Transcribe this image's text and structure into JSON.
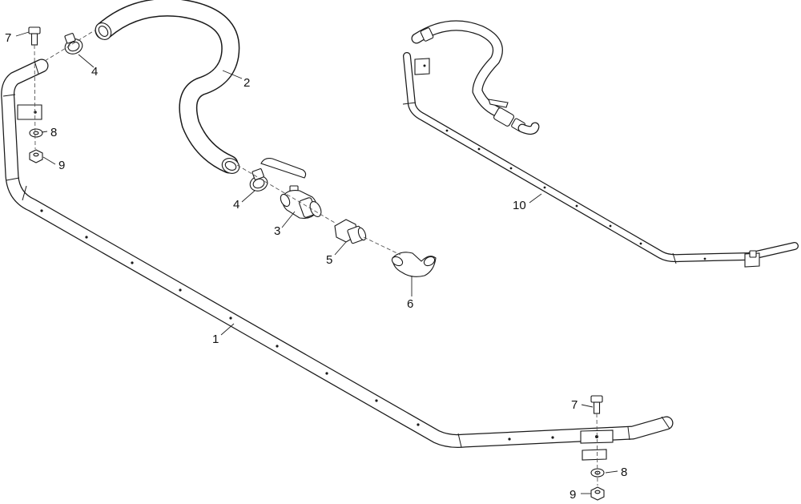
{
  "callouts": {
    "c1": "1",
    "c2": "2",
    "c3": "3",
    "c4a": "4",
    "c4b": "4",
    "c5": "5",
    "c6": "6",
    "c7a": "7",
    "c7b": "7",
    "c8a": "8",
    "c8b": "8",
    "c9a": "9",
    "c9b": "9",
    "c10": "10"
  },
  "colors": {
    "line": "#1a1a1a",
    "background": "#ffffff"
  }
}
